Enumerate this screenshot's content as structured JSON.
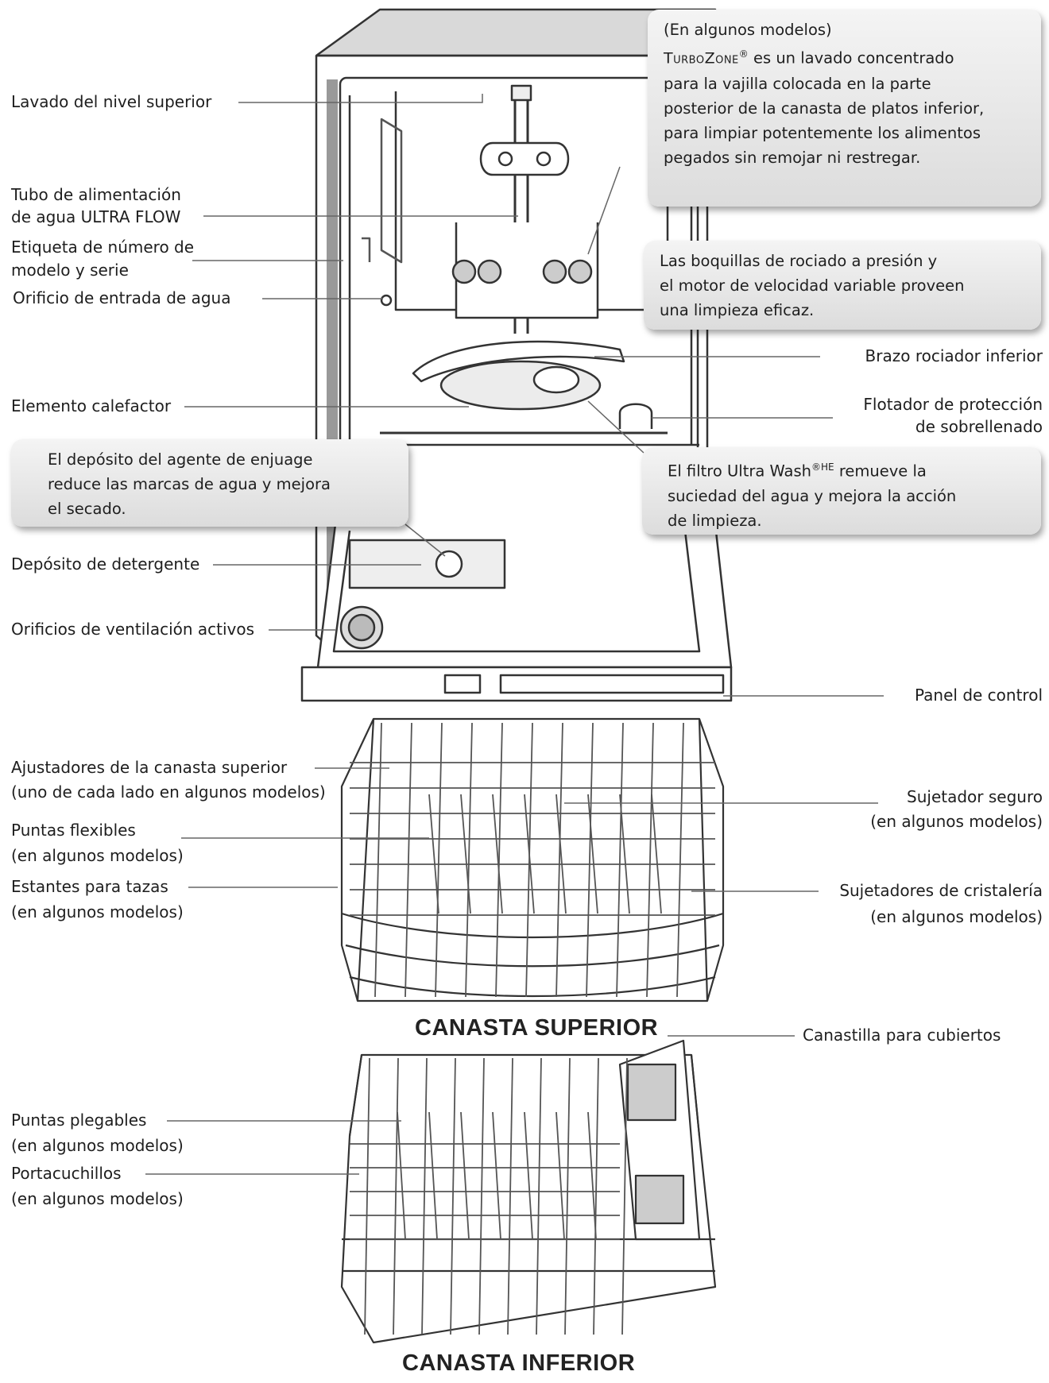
{
  "labels": {
    "upper_wash": "Lavado del nivel superior",
    "feed_tube_1": "Tubo de alimentación",
    "feed_tube_2": "de agua ULTRA FLOW",
    "model_label_1": "Etiqueta de número de",
    "model_label_2": "modelo y serie",
    "water_inlet": "Orificio de entrada de agua",
    "heating_element": "Elemento calefactor",
    "lower_spray_arm": "Brazo rociador inferior",
    "float_1": "Flotador de protección",
    "float_2": "de sobrellenado",
    "detergent": "Depósito de detergente",
    "vents": "Orificios de ventilación activos",
    "control_panel": "Panel de control",
    "rack_adjusters_1": "Ajustadores de la canasta superior",
    "rack_adjusters_2": "(uno de cada lado en algunos modelos)",
    "flexible_tines_1": "Puntas flexibles",
    "flexible_tines_2": "(en algunos modelos)",
    "cup_shelves_1": "Estantes para tazas",
    "cup_shelves_2": "(en algunos modelos)",
    "secure_holder_1": "Sujetador seguro",
    "secure_holder_2": "(en algunos modelos)",
    "stemware_1": "Sujetadores de cristalería",
    "stemware_2": "(en algunos modelos)",
    "silverware": "Canastilla para cubiertos",
    "fold_tines_1": "Puntas plegables",
    "fold_tines_2": "(en algunos modelos)",
    "knife_1": "Portacuchillos",
    "knife_2": "(en algunos modelos)"
  },
  "callouts": {
    "turbozone": {
      "line1": "(En algunos modelos)",
      "brand": "TurboZone",
      "reg": "®",
      "line2_rest": " es un lavado concentrado",
      "line3": "para la vajilla colocada en la parte",
      "line4": "posterior de la canasta de platos inferior,",
      "line5": "para limpiar potentemente los alimentos",
      "line6": "pegados sin remojar ni restregar."
    },
    "nozzles": {
      "line1": "Las boquillas de rociado a presión y",
      "line2": "el motor de velocidad variable proveen",
      "line3": "una limpieza eficaz."
    },
    "rinse_aid": {
      "line1": "El depósito del agente de enjuage",
      "line2": "reduce las marcas de agua y mejora",
      "line3": "el secado."
    },
    "filter": {
      "line1_a": "El filtro Ultra Wash",
      "line1_sup": "®HE",
      "line1_b": " remueve la",
      "line2": "suciedad del agua y mejora la acción",
      "line3": "de limpieza."
    }
  },
  "basket_titles": {
    "upper": "CANASTA SUPERIOR",
    "lower": "CANASTA INFERIOR"
  }
}
